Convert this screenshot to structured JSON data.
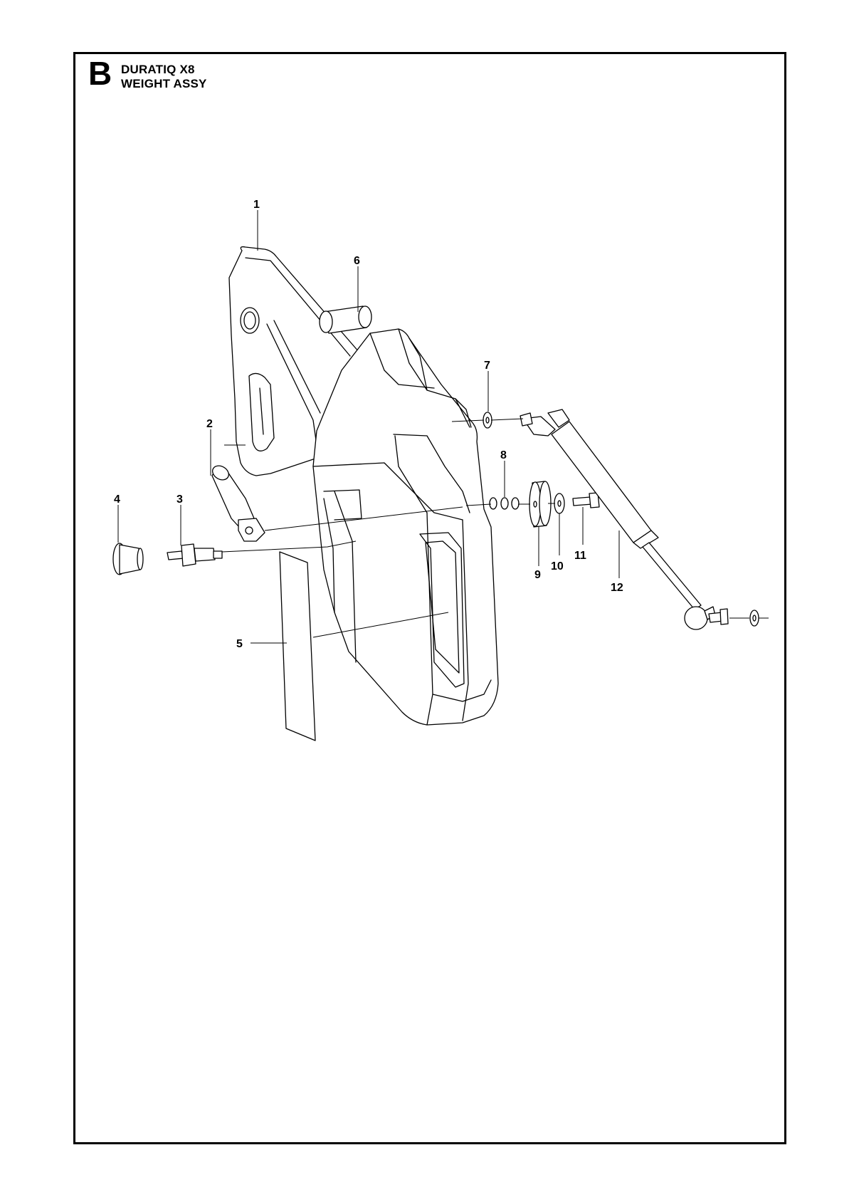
{
  "header": {
    "section_letter": "B",
    "model": "DURATIQ X8",
    "assembly": "WEIGHT ASSY"
  },
  "callouts": [
    "1",
    "2",
    "3",
    "4",
    "5",
    "6",
    "7",
    "8",
    "9",
    "10",
    "11",
    "12"
  ],
  "colors": {
    "line": "#000000",
    "background": "#ffffff"
  }
}
